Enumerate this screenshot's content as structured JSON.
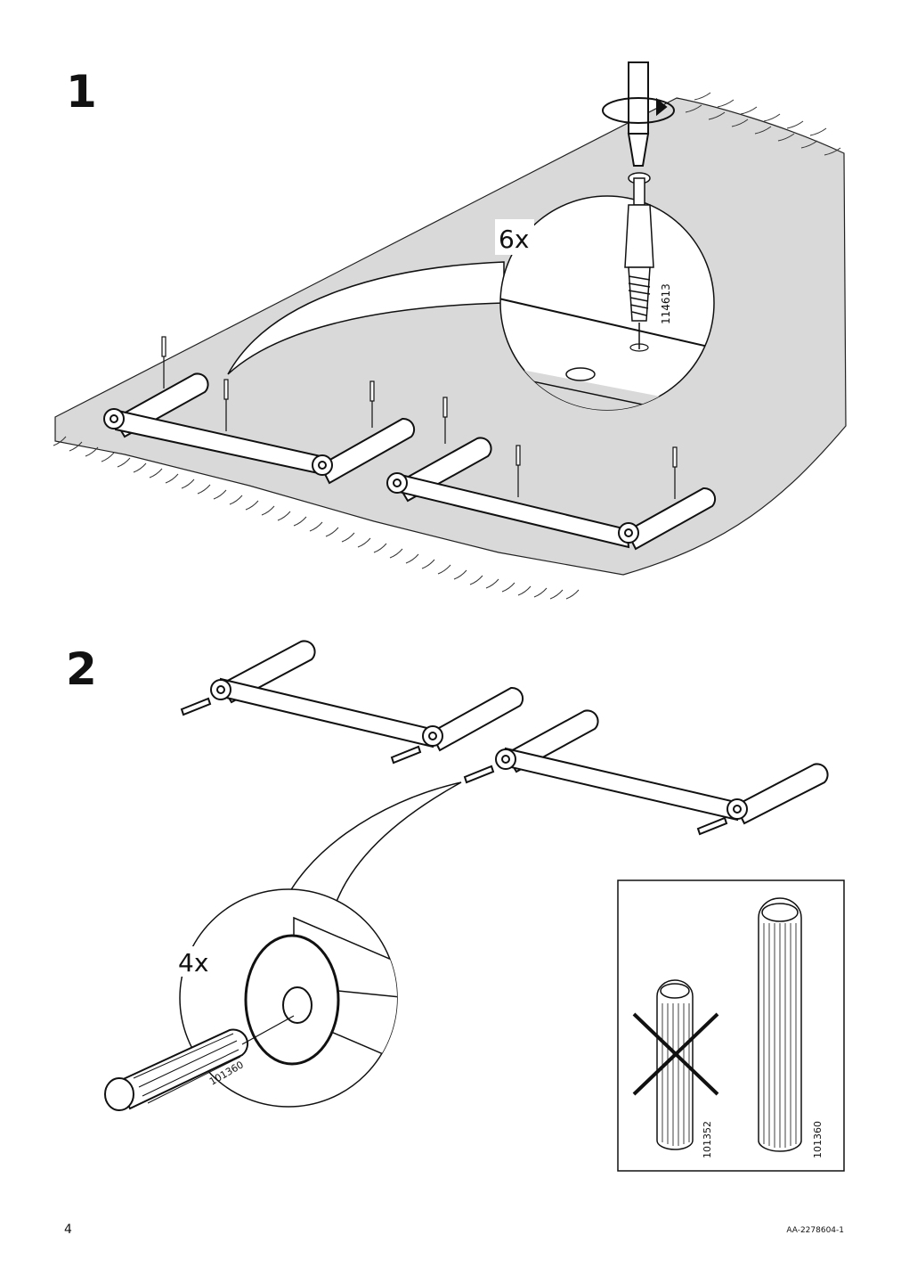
{
  "steps": [
    {
      "number": "1",
      "quantity": "6x",
      "part_number": "114613"
    },
    {
      "number": "2",
      "quantity": "4x",
      "part_number": "101360"
    }
  ],
  "dowel_comparison": {
    "wrong_part": "101352",
    "correct_part": "101360"
  },
  "footer": {
    "page_number": "4",
    "document_code": "AA-2278604-1"
  }
}
